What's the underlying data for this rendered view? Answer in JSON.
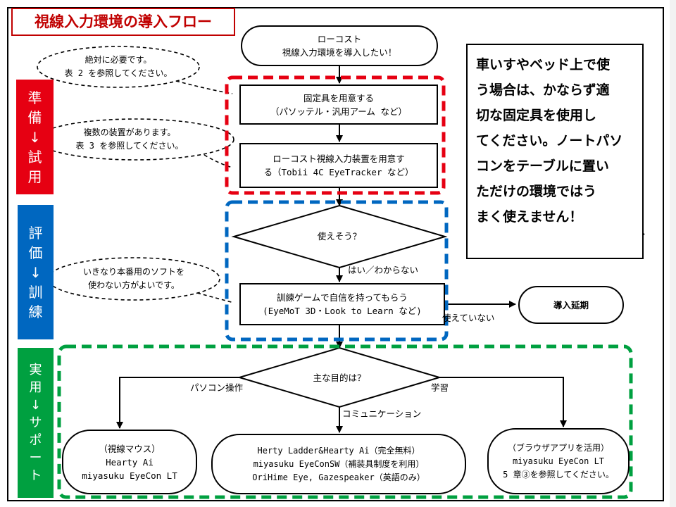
{
  "title": "視線入力環境の導入フロー",
  "colors": {
    "prep": "#e60012",
    "eval": "#0067c0",
    "use": "#00a040",
    "title_border": "#c00000"
  },
  "stages": [
    {
      "id": "prep",
      "lines": [
        "準",
        "備",
        "↓",
        "試",
        "用"
      ]
    },
    {
      "id": "eval",
      "lines": [
        "評",
        "価",
        "↓",
        "訓",
        "練"
      ]
    },
    {
      "id": "use",
      "lines": [
        "実",
        "用",
        "↓",
        "サ",
        "ポ",
        "ー",
        "ト"
      ]
    }
  ],
  "start": {
    "lines": [
      "ローコスト",
      "視線入力環境を導入したい！"
    ]
  },
  "step_fixture": {
    "lines": [
      "固定具を用意する",
      "（パソッテル・汎用アーム など）"
    ]
  },
  "step_device": {
    "lines": [
      "ローコスト視線入力装置を用意す",
      "る（Tobii 4C EyeTracker など）"
    ]
  },
  "decision_usable": {
    "text": "使えそう？"
  },
  "label_yes": "はい／わからない",
  "step_training": {
    "lines": [
      "訓練ゲームで自信を持ってもらう",
      "(EyeMoT 3D・Look to Learn など)"
    ]
  },
  "label_no": "使えていない",
  "postpone": {
    "text": "導入延期"
  },
  "decision_purpose": {
    "text": "主な目的は？"
  },
  "label_pc": "パソコン操作",
  "label_comm": "コミュニケーション",
  "label_study": "学習",
  "outcome_pc": {
    "lines": [
      "（視線マウス）",
      "Hearty Ai",
      "miyasuku EyeCon LT"
    ]
  },
  "outcome_comm": {
    "lines": [
      "Herty Ladder&Hearty Ai（完全無料）",
      "miyasuku EyeConSW（補装具制度を利用）",
      "OriHime Eye, Gazespeaker（英語のみ）"
    ]
  },
  "outcome_study": {
    "lines": [
      "（ブラウザアプリを活用）",
      "miyasuku EyeCon LT",
      "5 章③を参照してください。"
    ]
  },
  "bubbles": [
    {
      "lines": [
        "絶対に必要です。",
        "表 2 を参照してください。"
      ]
    },
    {
      "lines": [
        "複数の装置があります。",
        "表 3 を参照してください。"
      ]
    },
    {
      "lines": [
        "いきなり本番用のソフトを",
        "使わない方がよいです。"
      ]
    }
  ],
  "note": {
    "lines": [
      "車いすやベッド上で使",
      "う場合は、かならず適",
      "切な固定具を使用し",
      "てください。ノートパソ",
      "コンをテーブルに置い",
      "ただけの環境ではう",
      "まく使えません！"
    ]
  }
}
